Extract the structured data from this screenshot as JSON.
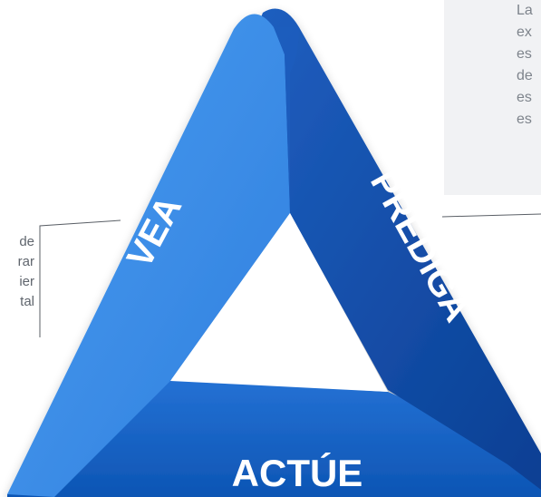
{
  "diagram": {
    "labels": {
      "vea": "VEA",
      "prediga": "PREDIGA",
      "actue": "ACTÚE"
    },
    "colors": {
      "light_blue": "#3c8de3",
      "mid_blue": "#2a6fd2",
      "dark_blue": "#0b4fa8",
      "deep_blue": "#0a3d8a",
      "panel_grey": "#f1f2f4",
      "callout_line": "#5a5f66"
    }
  },
  "right_panel": {
    "lines": [
      "La",
      "ex",
      "es",
      "de",
      "es",
      "es"
    ]
  },
  "left_callout": {
    "lines": [
      "de",
      "rar",
      "ier",
      "tal"
    ]
  }
}
